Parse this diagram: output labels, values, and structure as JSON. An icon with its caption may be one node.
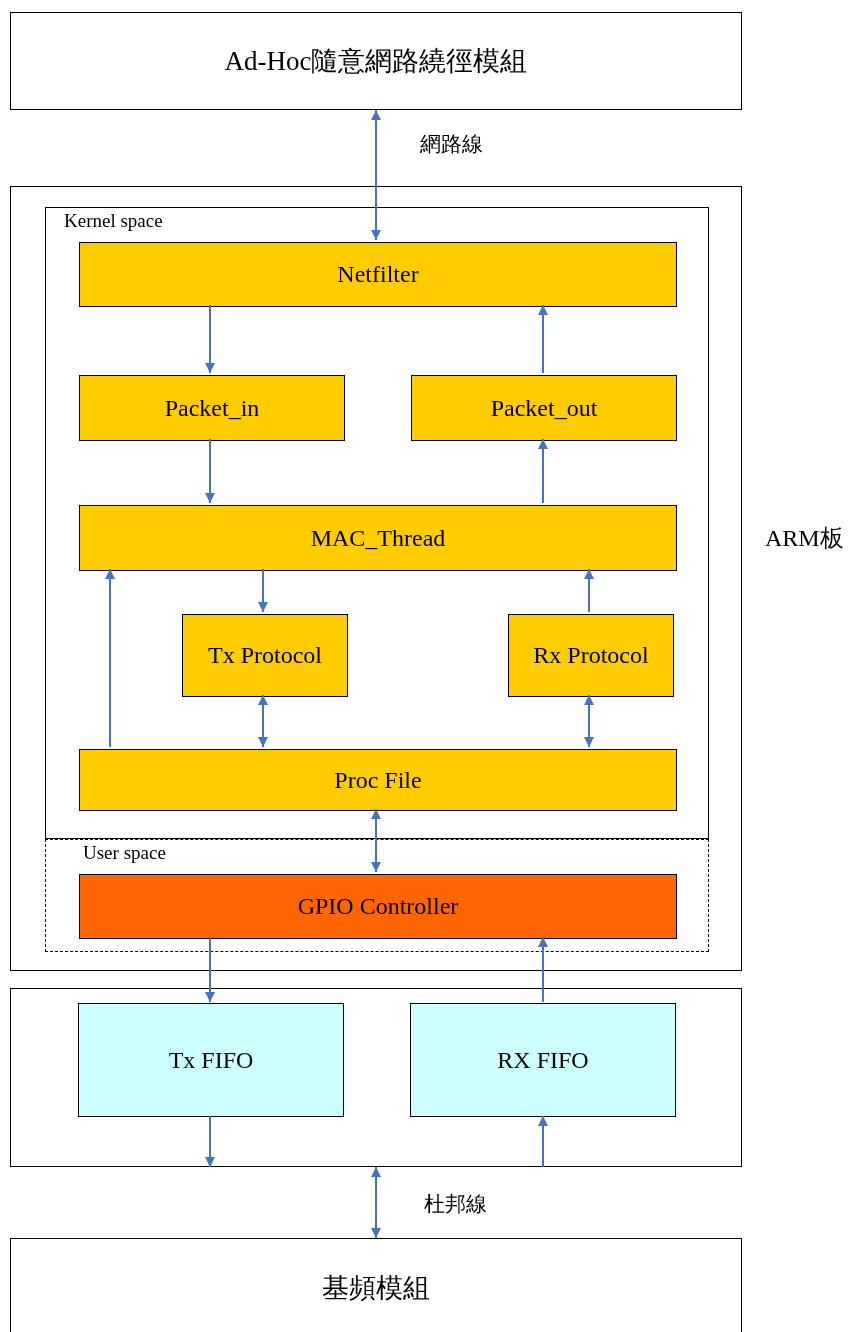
{
  "diagram": {
    "nodes": [
      {
        "text": [
          "Ad-Hoc隨意網路繞徑模組"
        ]
      },
      {
        "text": [],
        "shape": "box",
        "beside": [
          "ARM板"
        ]
      },
      {
        "text": [
          "Kernel space"
        ],
        "in": 1
      },
      {
        "text": [
          "Netfilter"
        ],
        "in": 2
      },
      {
        "text": [
          "Packet_in"
        ],
        "in": 2
      },
      {
        "text": [
          "Packet_out"
        ],
        "in": 2
      },
      {
        "text": [
          "MAC_Thread"
        ],
        "in": 2
      },
      {
        "text": [
          "Tx Protocol"
        ],
        "in": 2
      },
      {
        "text": [
          "Rx Protocol"
        ],
        "in": 2
      },
      {
        "text": [
          "Proc File"
        ],
        "in": 2
      },
      {
        "text": [
          "User space"
        ],
        "in": 1
      },
      {
        "text": [
          "GPIO Controller"
        ],
        "in": 10
      },
      {
        "text": [],
        "shape": "box"
      },
      {
        "text": [
          "Tx FIFO"
        ],
        "in": 12
      },
      {
        "text": [
          "RX FIFO"
        ],
        "in": 12
      },
      {
        "text": [
          "基頻模組"
        ]
      }
    ],
    "edges": [
      {
        "from": 0,
        "to": 3,
        "arrow": "both",
        "label": "網路線"
      },
      {
        "from": 3,
        "to": 4,
        "arrow": "to"
      },
      {
        "from": 4,
        "to": 6,
        "arrow": "to"
      },
      {
        "from": 6,
        "to": 5,
        "arrow": "to"
      },
      {
        "from": 5,
        "to": 3,
        "arrow": "to"
      },
      {
        "from": 6,
        "to": 7,
        "arrow": "to"
      },
      {
        "from": 8,
        "to": 6,
        "arrow": "to"
      },
      {
        "from": 9,
        "to": 6,
        "arrow": "to"
      },
      {
        "from": 7,
        "to": 9,
        "arrow": "both"
      },
      {
        "from": 8,
        "to": 9,
        "arrow": "both"
      },
      {
        "from": 9,
        "to": 11,
        "arrow": "both"
      },
      {
        "from": 11,
        "to": 13,
        "arrow": "to"
      },
      {
        "from": 14,
        "to": 11,
        "arrow": "to"
      },
      {
        "from": 13,
        "to": 12,
        "arrow": "to"
      },
      {
        "from": 12,
        "to": 14,
        "arrow": "to"
      },
      {
        "from": 12,
        "to": 15,
        "arrow": "both",
        "label": "杜邦線"
      }
    ]
  }
}
